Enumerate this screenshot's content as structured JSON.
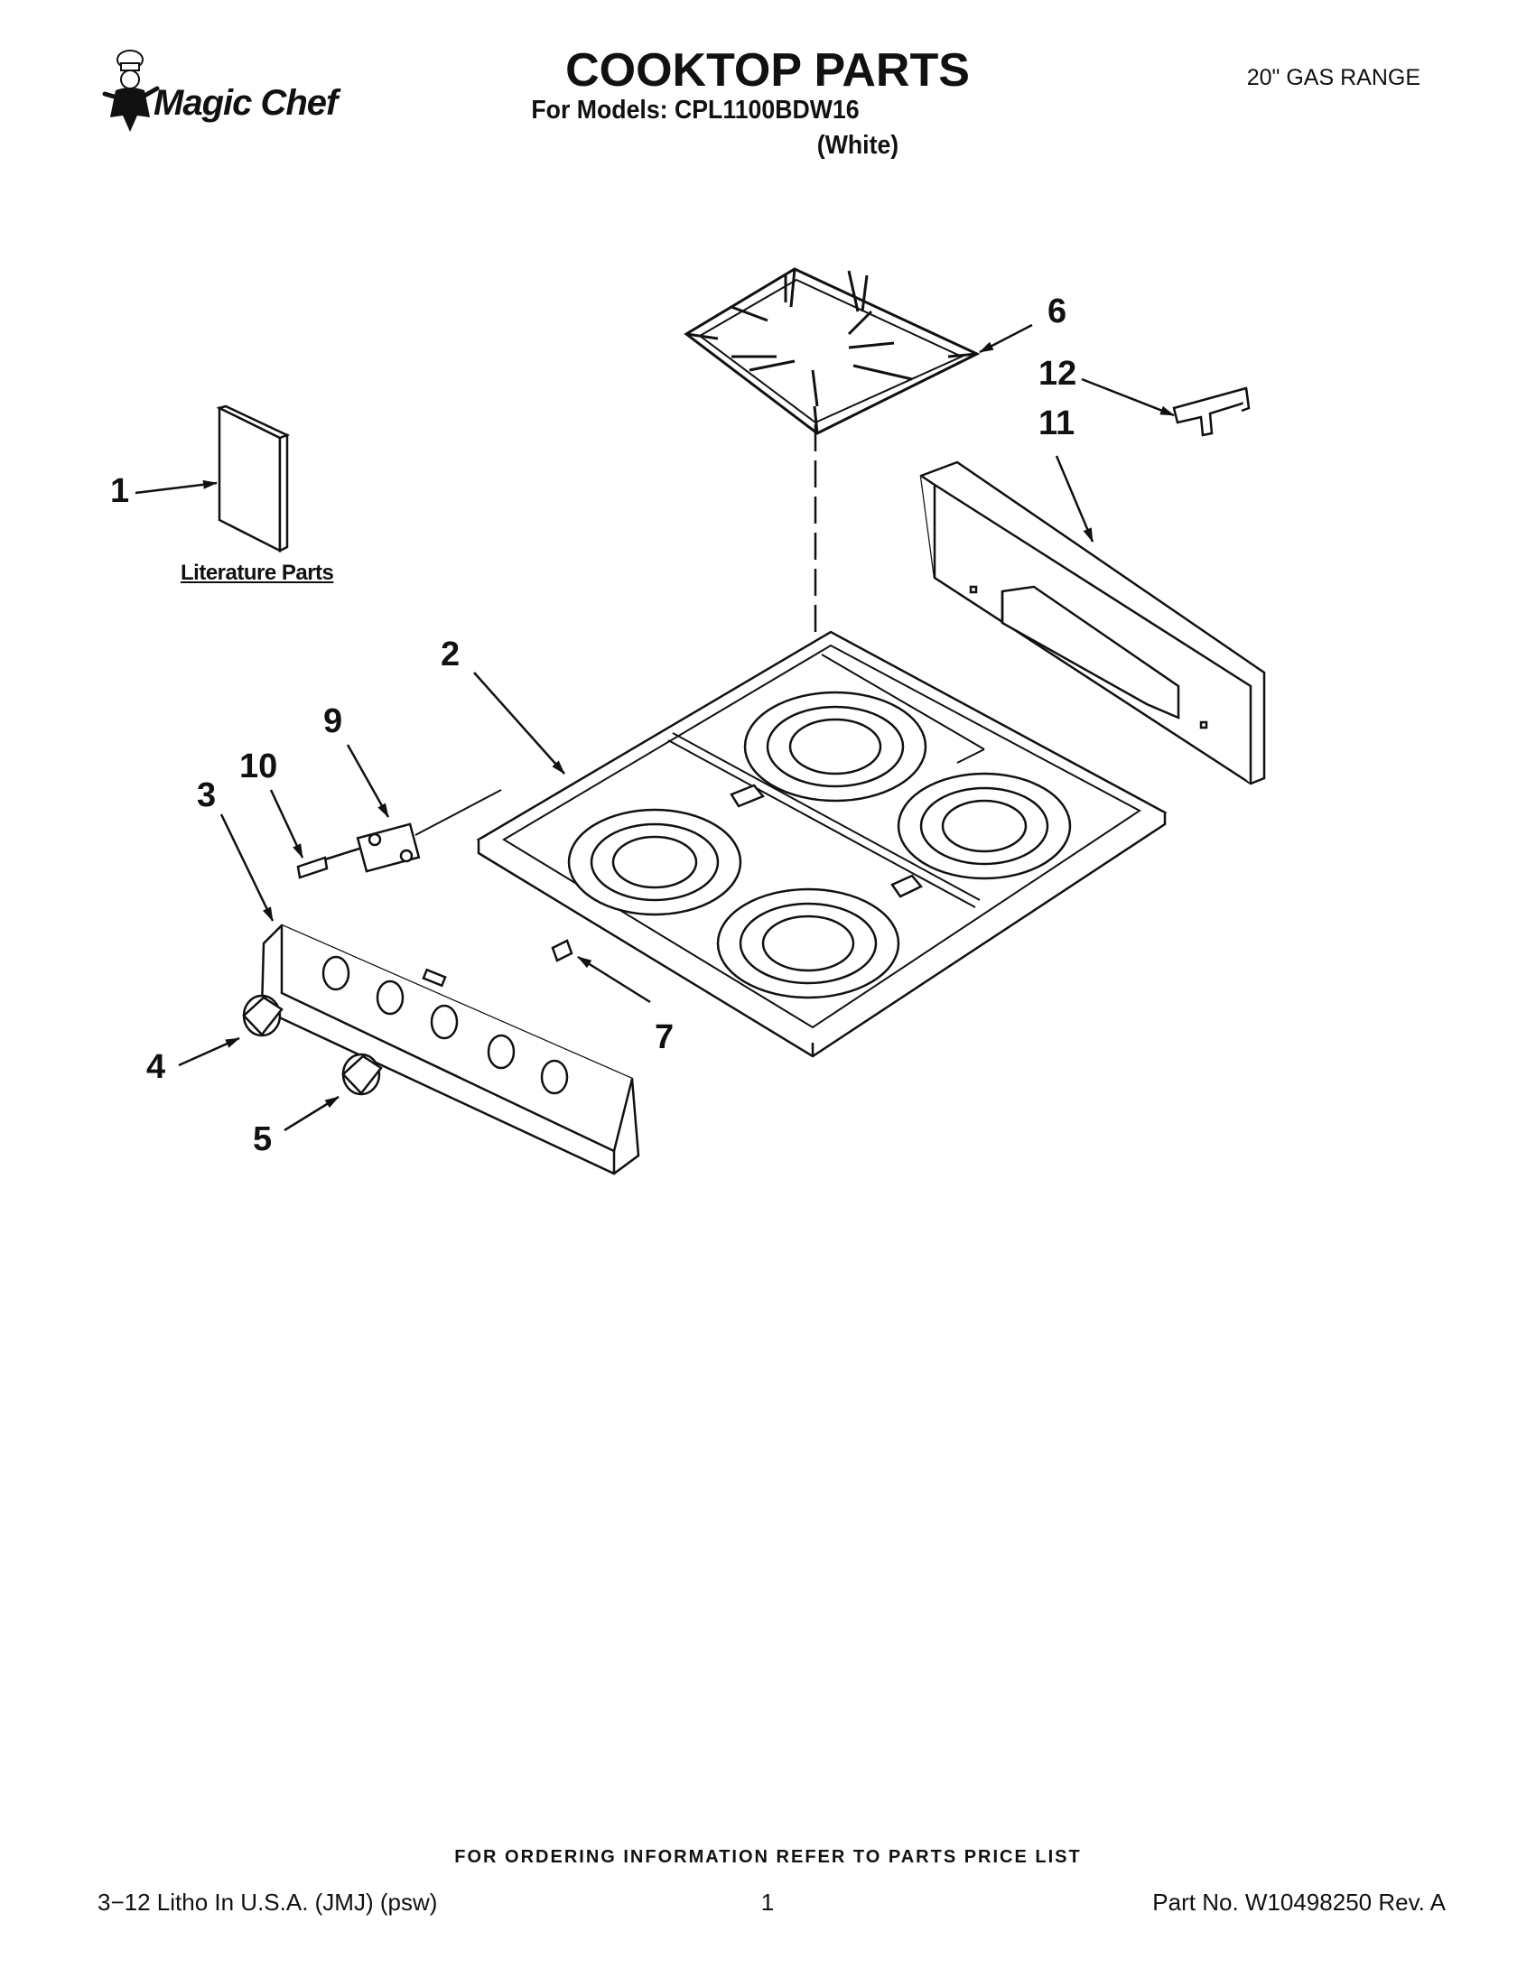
{
  "header": {
    "brand": "Magic Chef",
    "title": "COOKTOP PARTS",
    "models": "For Models: CPL1100BDW16",
    "color": "(White)",
    "range_type": "20\" GAS RANGE"
  },
  "callouts": [
    "1",
    "2",
    "3",
    "4",
    "5",
    "6",
    "7",
    "9",
    "10",
    "11",
    "12"
  ],
  "literature_label": "Literature Parts",
  "footer": {
    "ordering_info": "FOR ORDERING INFORMATION REFER TO PARTS PRICE LIST",
    "litho": "3−12 Litho In U.S.A. (JMJ) (psw)",
    "page": "1",
    "part_no": "Part No. W10498250 Rev. A"
  }
}
